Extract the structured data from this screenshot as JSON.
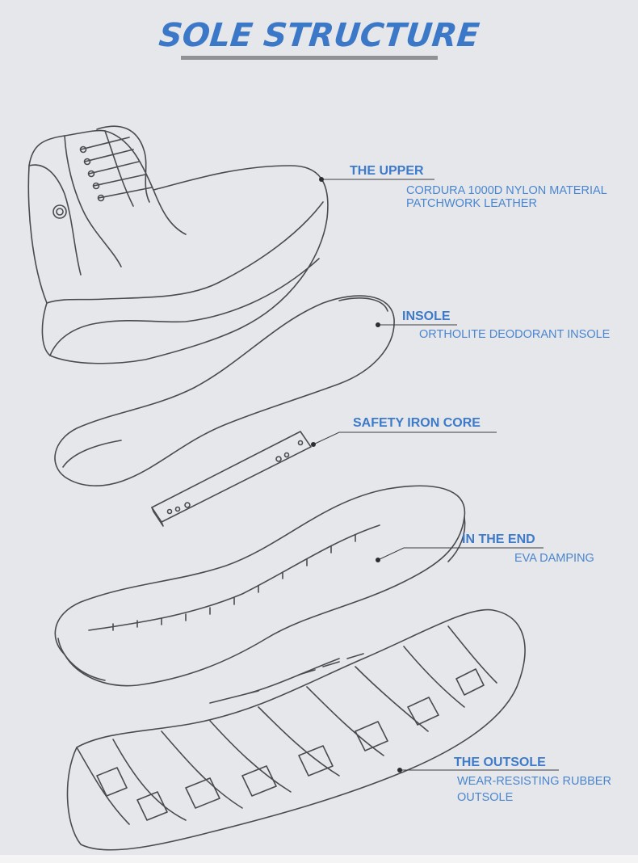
{
  "title": "SOLE STRUCTURE",
  "colors": {
    "background": "#e6e7ea",
    "accent": "#3b78c7",
    "ink": "#4a4b50"
  },
  "parts": [
    {
      "label": "THE UPPER",
      "description": [
        "CORDURA 1000D NYLON MATERIAL",
        "PATCHWORK LEATHER"
      ]
    },
    {
      "label": "INSOLE",
      "description": [
        "ORTHOLITE DEODORANT INSOLE"
      ]
    },
    {
      "label": "SAFETY IRON CORE",
      "description": []
    },
    {
      "label": "IN THE END",
      "description": [
        "EVA  DAMPING"
      ]
    },
    {
      "label": "THE OUTSOLE",
      "description": [
        "WEAR-RESISTING  RUBBER",
        "OUTSOLE"
      ]
    }
  ]
}
